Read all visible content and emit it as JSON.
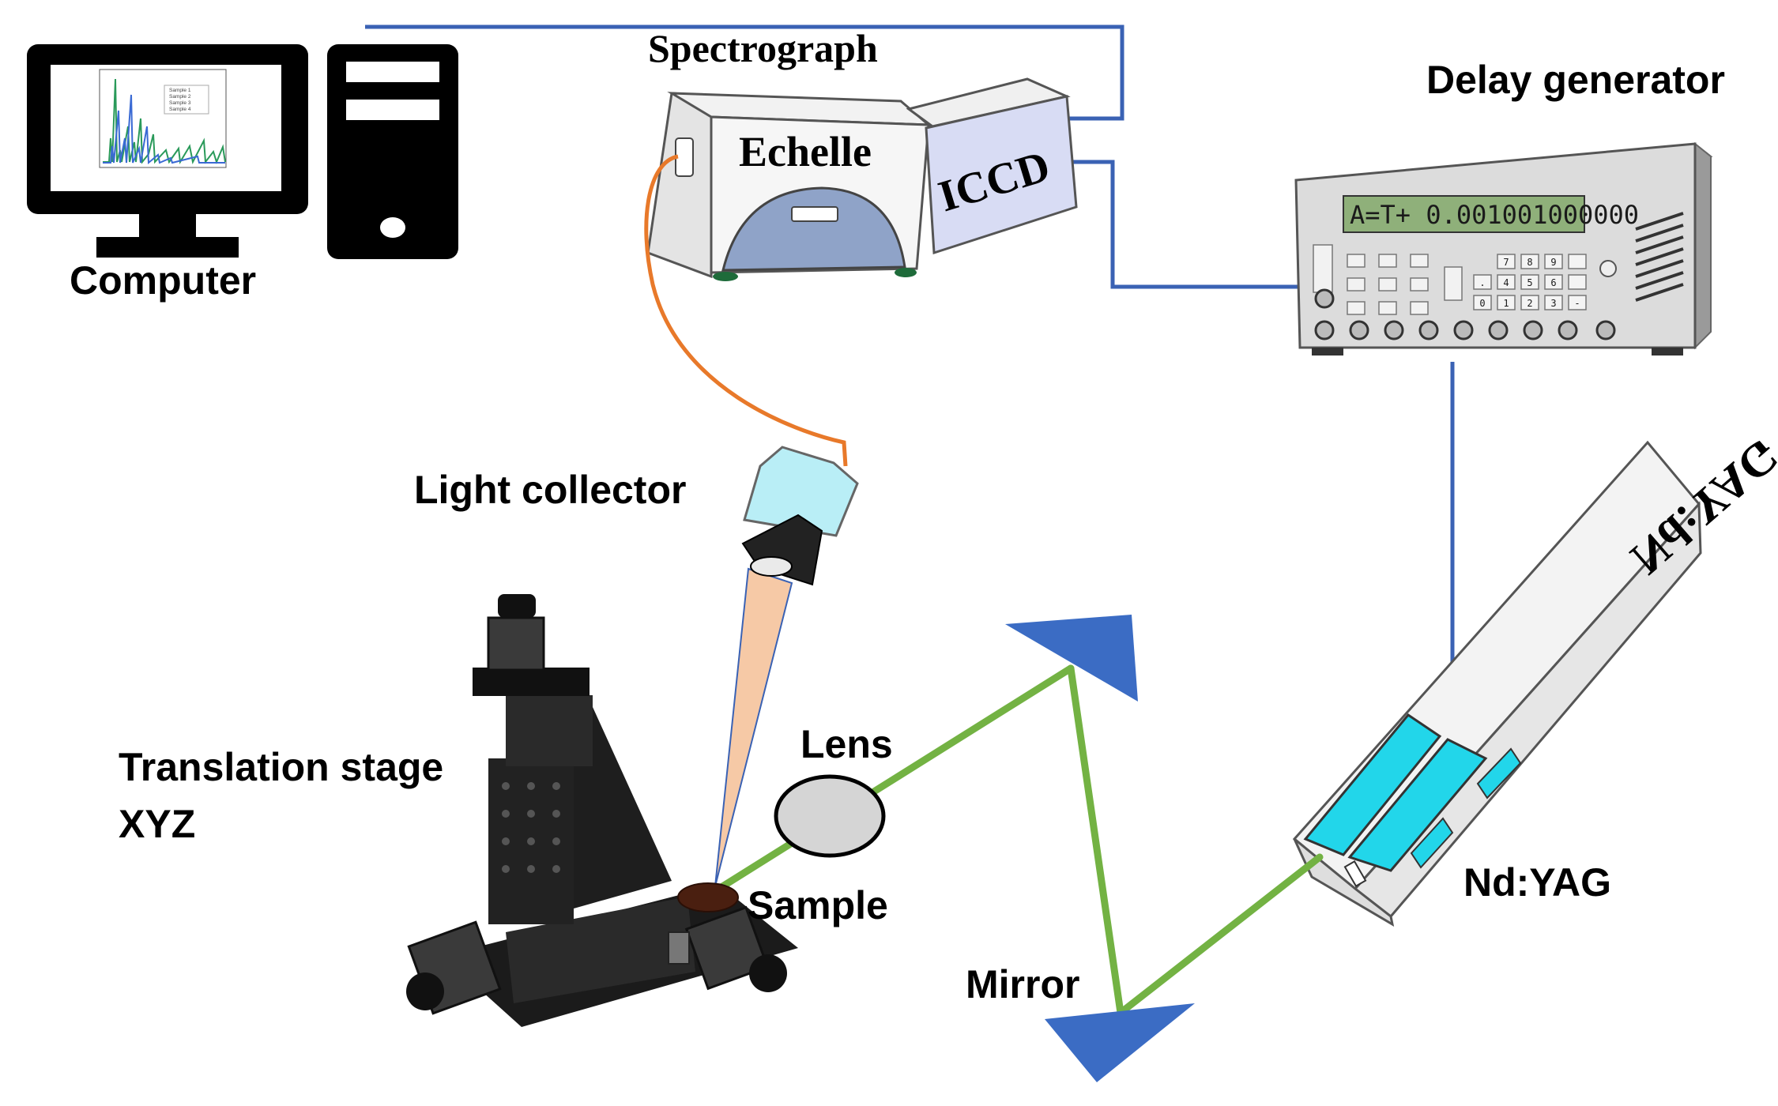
{
  "labels": {
    "computer": "Computer",
    "spectrograph": "Spectrograph",
    "echelle": "Echelle",
    "iccd": "ICCD",
    "delay_generator": "Delay generator",
    "lcd_readout": "A=T+  0.001001000000",
    "light_collector": "Light collector",
    "lens": "Lens",
    "sample": "Sample",
    "translation_stage_line1": "Translation stage",
    "translation_stage_line2": "XYZ",
    "mirror": "Mirror",
    "laser_housing_text": "Nd:YAG",
    "laser": "Nd:YAG"
  },
  "monitor_plot": {
    "legend": [
      "Sample 1",
      "Sample 2",
      "Sample 3",
      "Sample 4"
    ]
  },
  "keypad_keys": [
    "7",
    "8",
    "9",
    "4",
    "5",
    "6",
    "1",
    "2",
    "3",
    "0",
    ".",
    "-"
  ],
  "colors": {
    "signal_cable": "#3a62b4",
    "fiber": "#e8792a",
    "laser_beam": "#73b243",
    "mirror": "#3b6cc4",
    "lcd_bg": "#8fb07a",
    "laser_window": "#22d6ea",
    "collection_cone": "#f6c9a6"
  }
}
